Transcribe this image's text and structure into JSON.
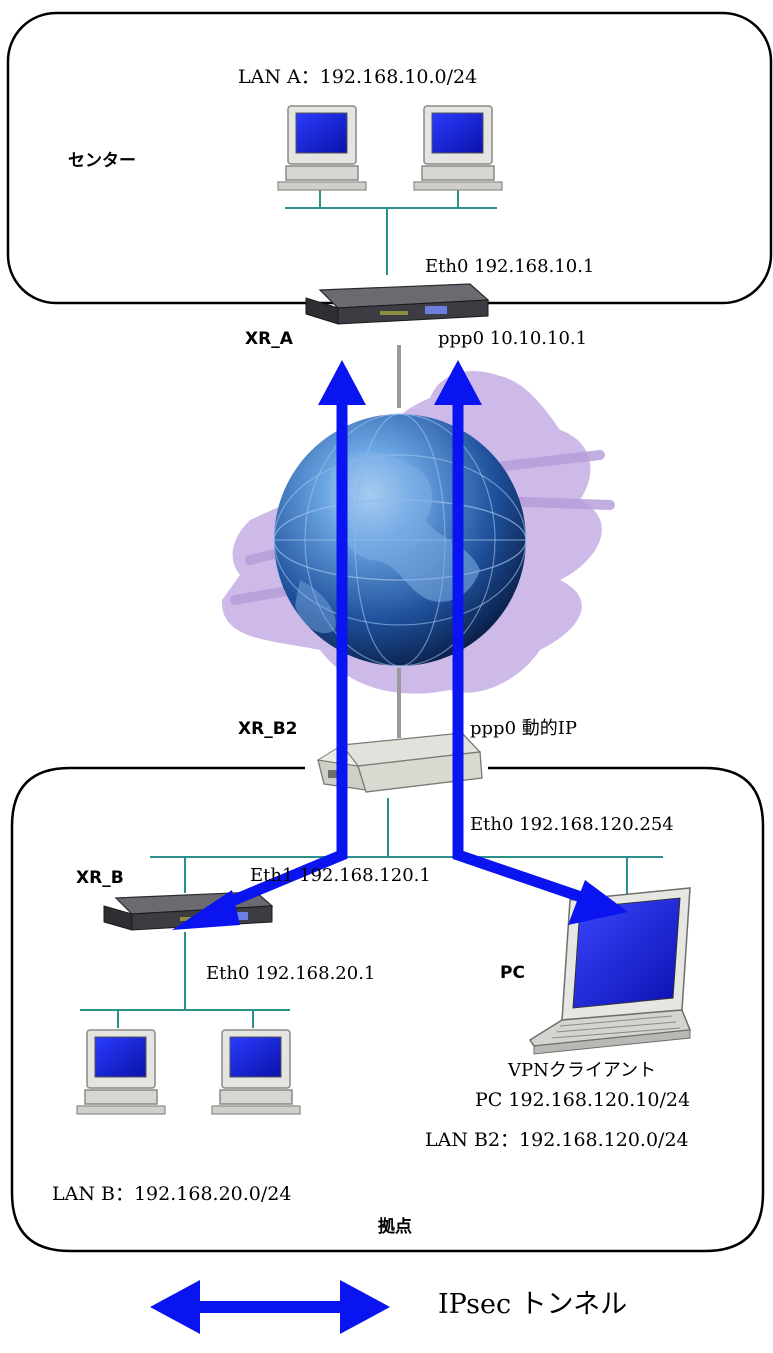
{
  "center": {
    "label": "センター",
    "lan_label": "LAN A：192.168.10.0/24",
    "router_name": "XR_A",
    "eth0": "Eth0 192.168.10.1",
    "ppp0": "ppp0 10.10.10.1"
  },
  "branch": {
    "label": "拠点",
    "router_b2_name": "XR_B2",
    "router_b2_ppp0": "ppp0 動的IP",
    "router_b2_eth0": "Eth0 192.168.120.254",
    "router_b_name": "XR_B",
    "router_b_eth1": "Eth1 192.168.120.1",
    "router_b_eth0": "Eth0 192.168.20.1",
    "lan_b_label": "LAN B：192.168.20.0/24",
    "pc_name": "PC",
    "vpn_client_label": "VPNクライアント",
    "pc_ip": "PC 192.168.120.10/24",
    "lan_b2_label": "LAN B2：192.168.120.0/24"
  },
  "legend": {
    "ipsec_label": "IPsec トンネル"
  },
  "colors": {
    "tunnel": "#0a14f0",
    "lan_line": "#2b8f8a",
    "link_line": "#9a9a9a",
    "cloud": "#c9b3e6",
    "globe": "#2f6ab0"
  }
}
